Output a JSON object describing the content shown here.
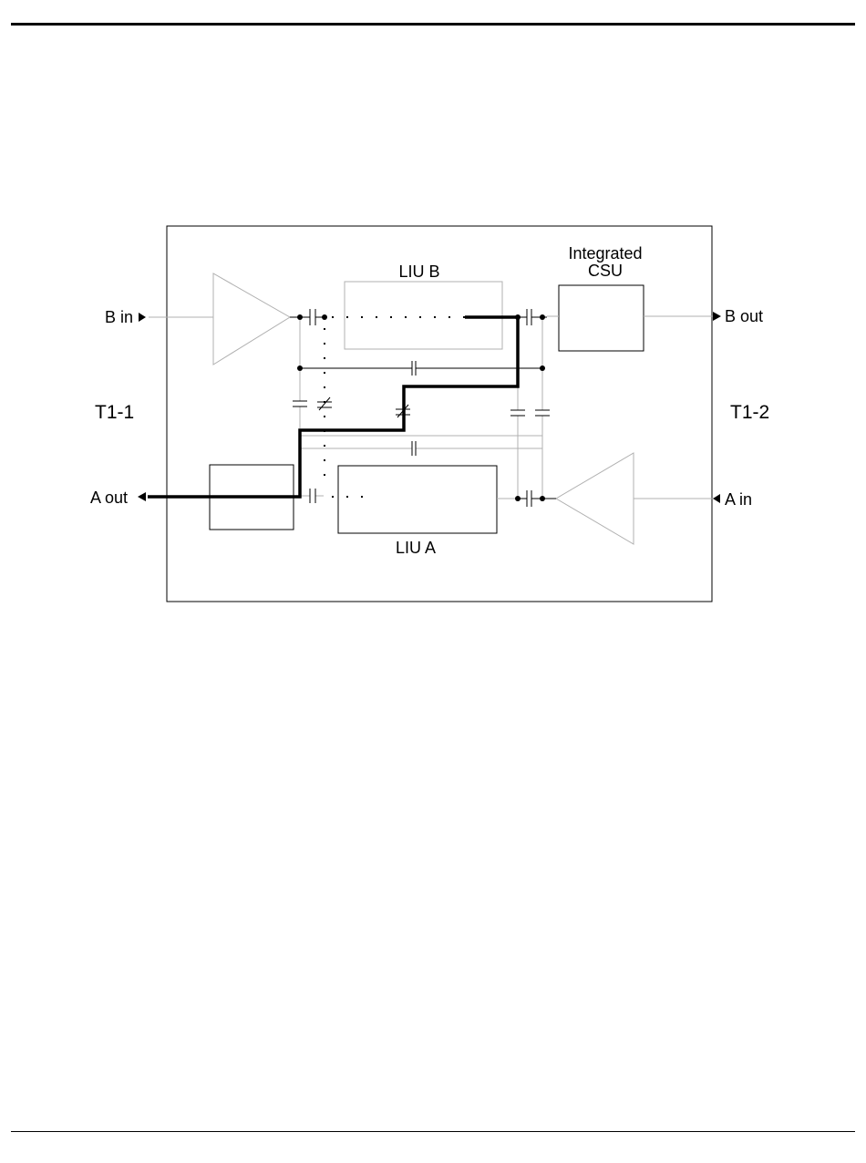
{
  "diagram": {
    "side_left": "T1-1",
    "side_right": "T1-2",
    "port_b_in": "B in",
    "port_b_out": "B out",
    "port_a_out": "A out",
    "port_a_in": "A in",
    "liu_b": "LIU B",
    "liu_a": "LIU A",
    "csu_line1": "Integrated",
    "csu_line2": "CSU"
  },
  "colors": {
    "line": "#000000",
    "faint_line": "#b0b0b0",
    "background": "#ffffff"
  }
}
